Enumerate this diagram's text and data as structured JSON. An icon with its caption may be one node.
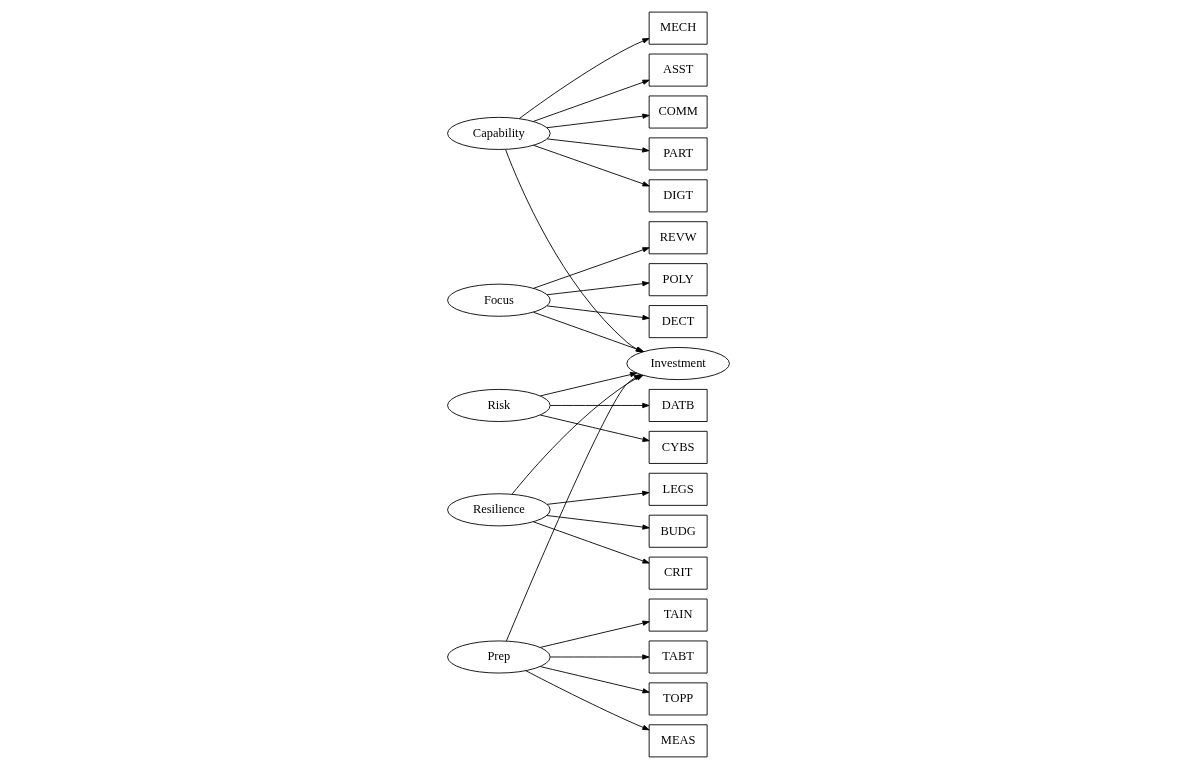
{
  "diagram": {
    "nodes": [
      {
        "text": [
          "DIGT"
        ]
      },
      {
        "text": [
          "MECH"
        ]
      },
      {
        "text": [
          "ASST"
        ]
      },
      {
        "text": [
          "COMM"
        ]
      },
      {
        "text": [
          "PART"
        ]
      },
      {
        "text": [
          "Capability"
        ]
      },
      {
        "text": [
          "REVW"
        ]
      },
      {
        "text": [
          "Focus"
        ]
      },
      {
        "text": [
          "POLY"
        ]
      },
      {
        "text": [
          "DECT"
        ]
      },
      {
        "text": [
          "DATB"
        ]
      },
      {
        "text": [
          "Risk"
        ]
      },
      {
        "text": [
          "Investment"
        ]
      },
      {
        "text": [
          "CYBS"
        ]
      },
      {
        "text": [
          "LEGS"
        ]
      },
      {
        "text": [
          "Resilience"
        ]
      },
      {
        "text": [
          "BUDG"
        ]
      },
      {
        "text": [
          "CRIT"
        ]
      },
      {
        "text": [
          "Prep"
        ]
      },
      {
        "text": [
          "TOPP"
        ]
      },
      {
        "text": [
          "MEAS"
        ]
      },
      {
        "text": [
          "TAIN"
        ]
      },
      {
        "text": [
          "TABT"
        ]
      }
    ],
    "edges": [
      {
        "from": 5,
        "to": 0,
        "arrow": "to"
      },
      {
        "from": 5,
        "to": 1,
        "arrow": "to"
      },
      {
        "from": 5,
        "to": 2,
        "arrow": "to"
      },
      {
        "from": 5,
        "to": 3,
        "arrow": "to"
      },
      {
        "from": 5,
        "to": 4,
        "arrow": "to"
      },
      {
        "from": 5,
        "to": 12,
        "arrow": "to"
      },
      {
        "from": 7,
        "to": 6,
        "arrow": "to"
      },
      {
        "from": 7,
        "to": 8,
        "arrow": "to"
      },
      {
        "from": 7,
        "to": 9,
        "arrow": "to"
      },
      {
        "from": 7,
        "to": 12,
        "arrow": "to"
      },
      {
        "from": 11,
        "to": 10,
        "arrow": "to"
      },
      {
        "from": 11,
        "to": 13,
        "arrow": "to"
      },
      {
        "from": 11,
        "to": 12,
        "arrow": "to"
      },
      {
        "from": 15,
        "to": 14,
        "arrow": "to"
      },
      {
        "from": 15,
        "to": 16,
        "arrow": "to"
      },
      {
        "from": 15,
        "to": 17,
        "arrow": "to"
      },
      {
        "from": 15,
        "to": 12,
        "arrow": "to"
      },
      {
        "from": 18,
        "to": 12,
        "arrow": "to"
      },
      {
        "from": 18,
        "to": 19,
        "arrow": "to"
      },
      {
        "from": 18,
        "to": 20,
        "arrow": "to"
      },
      {
        "from": 18,
        "to": 21,
        "arrow": "to"
      },
      {
        "from": 18,
        "to": 22,
        "arrow": "to"
      }
    ]
  }
}
